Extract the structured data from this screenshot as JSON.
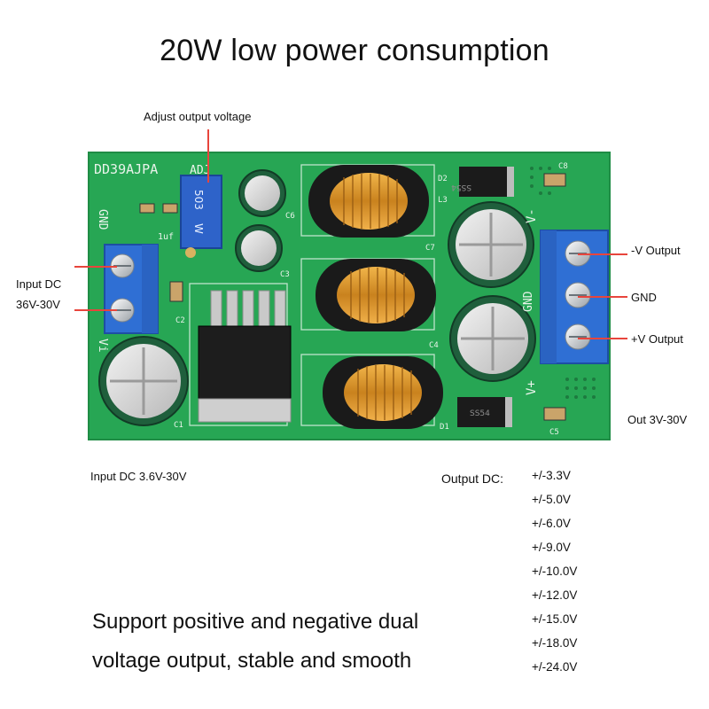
{
  "title": "20W low power consumption",
  "annotations": {
    "adjust": "Adjust output voltage",
    "input_dc_line1": "Input DC",
    "input_dc_line2": "36V-30V",
    "minus_v_output": "-V Output",
    "gnd": "GND",
    "plus_v_output": "+V Output",
    "out_range": "Out 3V-30V",
    "input_range": "Input DC 3.6V-30V",
    "output_dc_label": "Output DC:"
  },
  "output_voltages": [
    "+/-3.3V",
    "+/-5.0V",
    "+/-6.0V",
    "+/-9.0V",
    "+/-10.0V",
    "+/-12.0V",
    "+/-15.0V",
    "+/-18.0V",
    "+/-24.0V"
  ],
  "tagline": {
    "line1": "Support positive and negative dual",
    "line2": "voltage output, stable and smooth"
  },
  "board_silk": {
    "model": "DD39AJPA",
    "adj": "ADJ",
    "gnd_left": "GND",
    "vin": "Vi",
    "gnd_right": "GND",
    "vminus": "V-",
    "vplus": "V+",
    "c1": "C1",
    "c2": "C2",
    "c3": "C3",
    "c4": "C4",
    "c5": "C5",
    "c6": "C6",
    "c7": "C7",
    "c8": "C8",
    "d1": "D1",
    "d2": "D2",
    "l3": "L3",
    "cap_1uf": "1uf",
    "pot_code": "503",
    "pot_w": "W",
    "diode_code": "SS54"
  },
  "colors": {
    "pcb": "#27a654",
    "terminal": "#2f6fd4",
    "leader": "#e8453c"
  }
}
